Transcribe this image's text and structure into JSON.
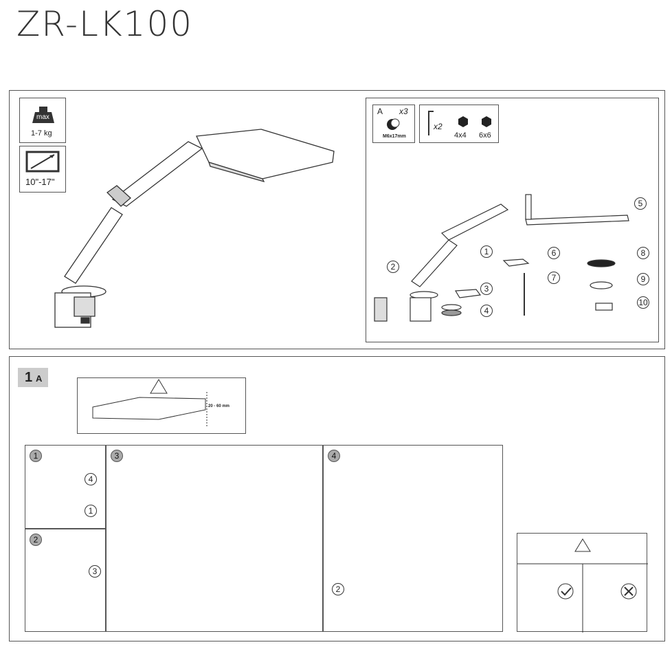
{
  "title": "ZR-LK100",
  "specs": {
    "weight_max": "max",
    "weight_range": "1-7 kg",
    "screen_range": "10\"-17\""
  },
  "hardware": {
    "a_label": "A",
    "a_qty": "x3",
    "a_size": "M6x17mm",
    "wrench_qty": "x2",
    "hex_small": "4x4",
    "hex_large": "6x6"
  },
  "parts": [
    "1",
    "2",
    "3",
    "4",
    "5",
    "6",
    "7",
    "8",
    "9",
    "10"
  ],
  "step": {
    "label": "1",
    "suffix": "A",
    "thickness": "20 - 60 mm",
    "sub_steps": [
      "1",
      "3",
      "4",
      "2"
    ],
    "callouts": {
      "s1_a": "4",
      "s1_b": "1",
      "s2": "3",
      "s4": "2"
    }
  },
  "icons": [
    "weight-icon",
    "screen-size-icon",
    "warning-icon",
    "check-icon",
    "cross-icon",
    "screw-icon",
    "hex-key-icon",
    "hex-nut-icon"
  ]
}
